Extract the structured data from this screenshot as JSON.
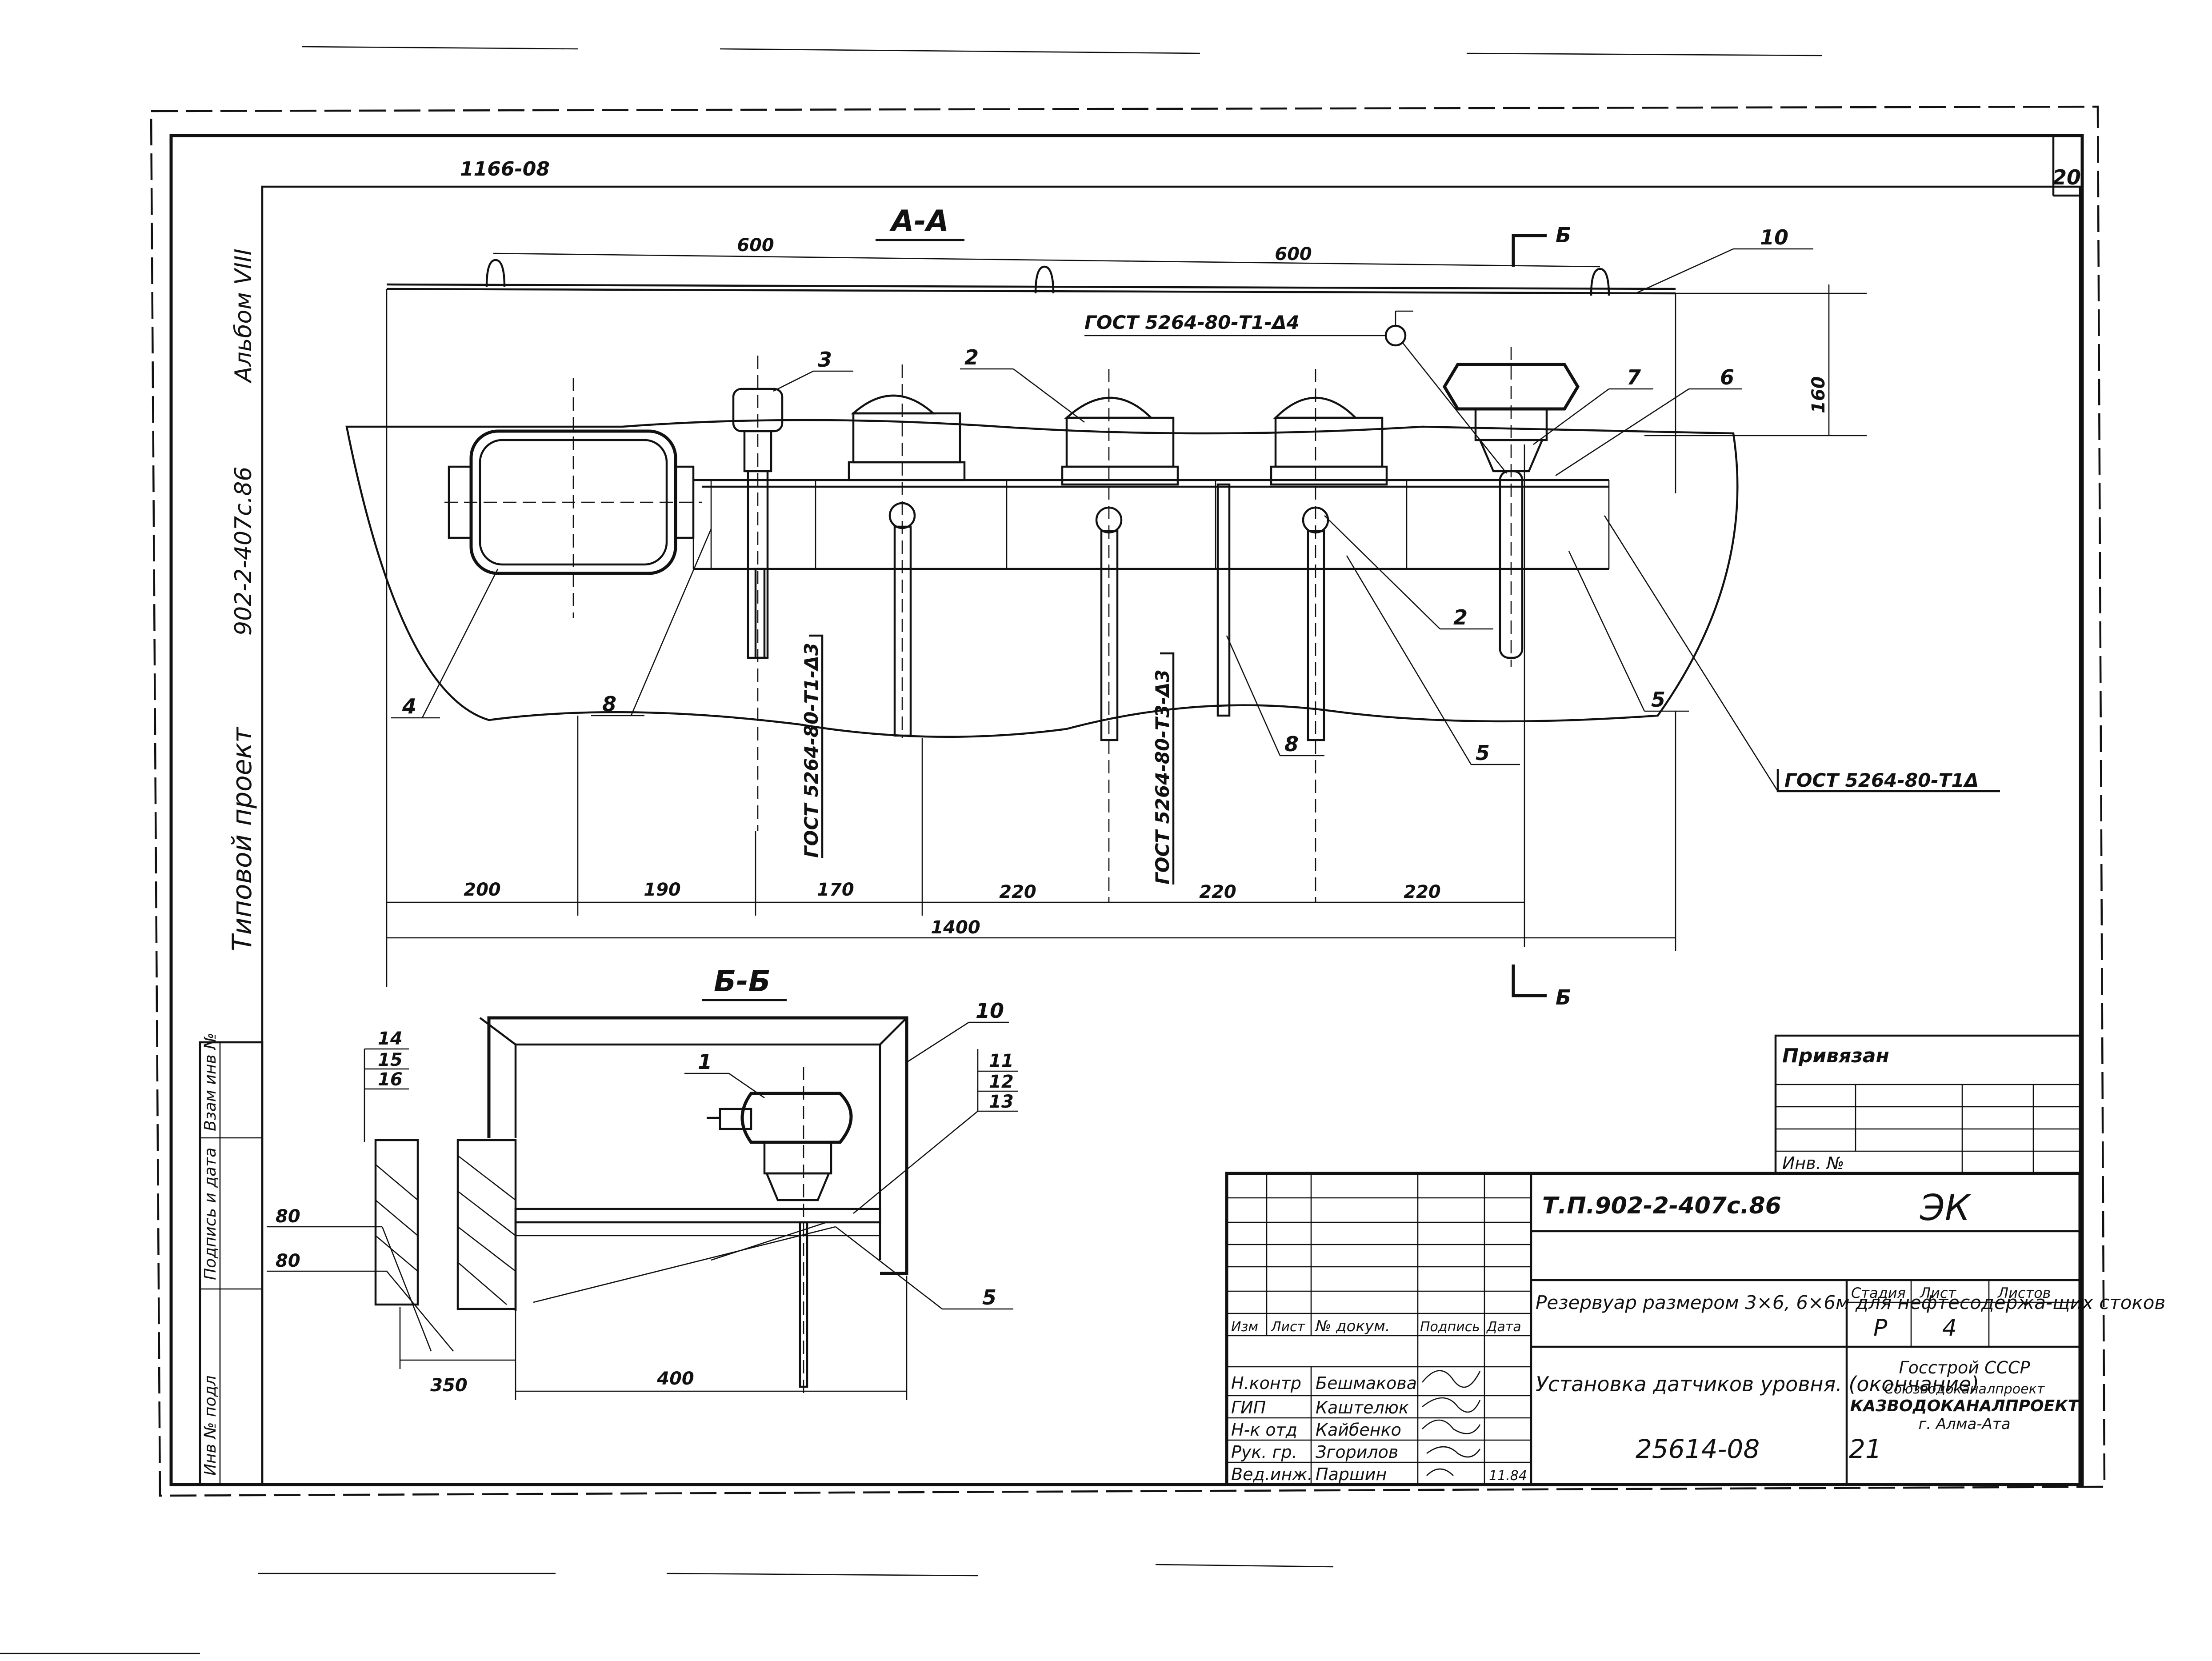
{
  "sheet": {
    "sheet_no": "20",
    "doc_code": "1166-08",
    "archive_no": "25614-08",
    "page_no": "21",
    "side_caption": "Типовой проект",
    "side_project": "902-2-407с.86",
    "side_album": "Альбом VIII",
    "margin_cells": [
      "Инв № подл",
      "Подпись и дата",
      "Взам инв №"
    ]
  },
  "section_aa": {
    "title": "А-А",
    "cut_mark": "Б",
    "top_dims": [
      "600",
      "600"
    ],
    "height_dim": "160",
    "bottom_dims": [
      "200",
      "190",
      "170",
      "220",
      "220",
      "220"
    ],
    "total_dim": "1400",
    "gost_top": "ГОСТ 5264-80-Т1-Δ4",
    "gost_left": "ГОСТ 5264-80-Т1-Δ3",
    "gost_mid": "ГОСТ 5264-80-Т3-Δ3",
    "gost_right": "ГОСТ 5264-80-Т1Δ",
    "callouts": [
      "10",
      "3",
      "2",
      "7",
      "6",
      "2",
      "4",
      "8",
      "5",
      "8",
      "5"
    ]
  },
  "section_bb": {
    "title": "Б-Б",
    "callouts_left": [
      "14",
      "15",
      "16"
    ],
    "callouts_right": [
      "11",
      "12",
      "13"
    ],
    "callout_1": "1",
    "callout_10": "10",
    "callout_5": "5",
    "dim_80a": "80",
    "dim_80b": "80",
    "dim_350": "350",
    "dim_400": "400"
  },
  "privyazan": {
    "title": "Привязан",
    "inv": "Инв. №"
  },
  "title_block": {
    "project_code": "Т.П.902-2-407с.86",
    "mark": "ЭК",
    "col_headers": [
      "Изм",
      "Лист",
      "№ докум.",
      "Подпись",
      "Дата"
    ],
    "roles": [
      "Н.контр",
      "ГИП",
      "Н-к отд",
      "Рук. гр.",
      "Вед.инж."
    ],
    "names": [
      "Бешмакова",
      "Каштелюк",
      "Кайбенко",
      "Згорилов",
      "Паршин"
    ],
    "date": "11.84",
    "object_title": "Резервуар размером 3×6, 6×6м для нефтесодержа-щих стоков",
    "drawing_title": "Установка датчиков уровня. (окончание)",
    "stage_label": "Стадия",
    "sheet_label": "Лист",
    "sheets_label": "Листов",
    "stage": "Р",
    "sheet": "4",
    "org_1": "Госстрой СССР",
    "org_2": "Союзводоканалпроект",
    "org_3": "КАЗВОДОКАНАЛПРОЕКТ",
    "org_4": "г. Алма-Ата"
  }
}
